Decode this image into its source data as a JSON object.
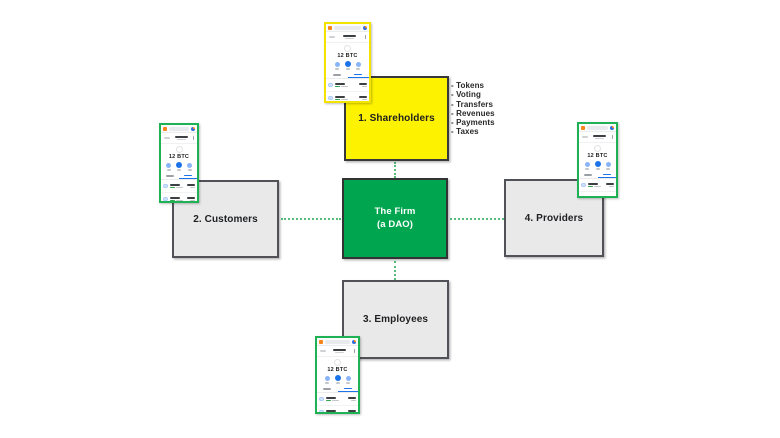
{
  "diagram": {
    "center": {
      "line1": "The Firm",
      "line2": "(a DAO)"
    },
    "nodes": {
      "shareholders": {
        "label": "1. Shareholders"
      },
      "customers": {
        "label": "2. Customers"
      },
      "employees": {
        "label": "3. Employees"
      },
      "providers": {
        "label": "4. Providers"
      }
    },
    "shareholder_list": [
      "- Tokens",
      "- Voting",
      "- Transfers",
      "- Revenues",
      "- Payments",
      "- Taxes"
    ],
    "colors": {
      "shareholders": "#FDF200",
      "firm": "#00A64F",
      "neutral": "#E9E9EA",
      "connector": "#57BD79",
      "wallet_border_green": "#1FB254",
      "wallet_border_yellow": "#F2E300",
      "accent_blue": "#1A73E8",
      "positive_green": "#34A853",
      "logo_orange": "#F6851B"
    }
  },
  "wallet": {
    "balance": "12 BTC"
  }
}
